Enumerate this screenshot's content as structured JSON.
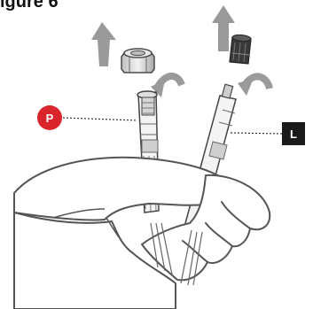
{
  "figure": {
    "title": "igure 6"
  },
  "callouts": {
    "p_label": "P",
    "l_label": "L"
  },
  "colors": {
    "p_callout": "#d9252b",
    "l_callout": "#1a1a1a",
    "arrow": "#9a9a9a",
    "line": "#555555",
    "cap_fill": "#dcdcdc",
    "stem_fill": "#cfcfcf"
  },
  "icons": [
    "up-arrow-icon",
    "curved-arrow-icon"
  ]
}
